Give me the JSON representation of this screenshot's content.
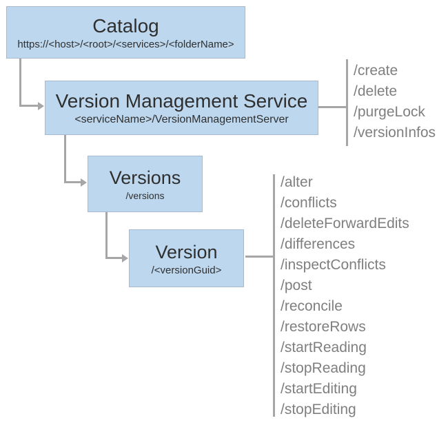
{
  "diagram": {
    "nodes": {
      "catalog": {
        "title": "Catalog",
        "subtitle": "https://<host>/<root>/<services>/<folderName>"
      },
      "version_management_service": {
        "title": "Version Management Service",
        "subtitle": "<serviceName>/VersionManagementServer",
        "operations": [
          "/create",
          "/delete",
          "/purgeLock",
          "/versionInfos"
        ]
      },
      "versions": {
        "title": "Versions",
        "subtitle": "/versions"
      },
      "version": {
        "title": "Version",
        "subtitle": "/<versionGuid>",
        "operations": [
          "/alter",
          "/conflicts",
          "/deleteForwardEdits",
          "/differences",
          "/inspectConflicts",
          "/post",
          "/reconcile",
          "/restoreRows",
          "/startReading",
          "/stopReading",
          "/startEditing",
          "/stopEditing"
        ]
      }
    },
    "colors": {
      "box_fill": "#bdd7ee",
      "box_border": "#a7b9cf",
      "connector": "#a6a6a6",
      "operations_text": "#7f7f7f",
      "title_text": "#2f2f2f"
    }
  }
}
